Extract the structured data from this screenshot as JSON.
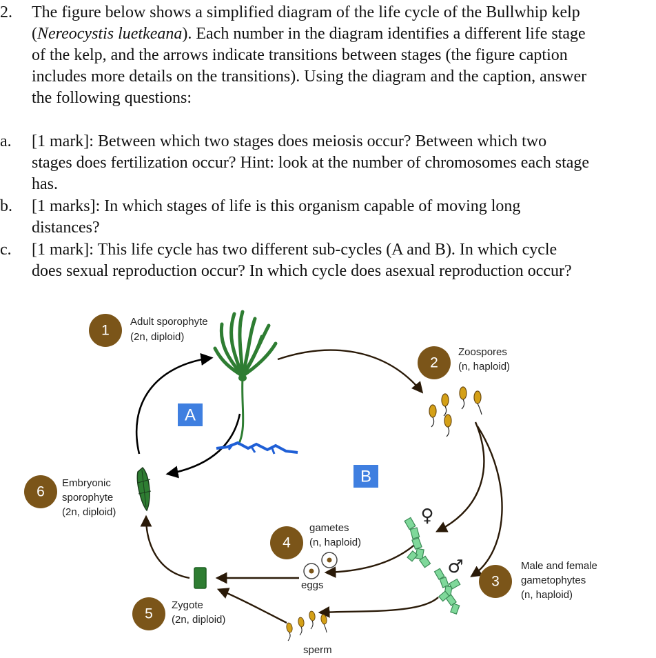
{
  "question": {
    "number": "2.",
    "intro_lines": [
      "The figure below shows a simplified diagram of the life cycle of the Bullwhip kelp",
      "(Nereocystis luetkeana). Each number in the diagram identifies a different life stage",
      "of the kelp, and the arrows indicate transitions between stages (the figure caption",
      "includes more details on the transitions). Using the diagram and the caption, answer",
      "the following questions:"
    ],
    "intro_italic": "Nereocystis luetkeana",
    "parts": [
      {
        "label": "a.",
        "lines": [
          "[1 mark]: Between which two stages does meiosis occur? Between which two",
          "stages does fertilization occur? Hint: look at the number of chromosomes each stage",
          "has."
        ]
      },
      {
        "label": "b.",
        "lines": [
          "[1 marks]: In which stages of life is this organism capable of moving long",
          "distances?"
        ]
      },
      {
        "label": "c.",
        "lines": [
          "[1 mark]: This life cycle has two different sub-cycles (A and B). In which cycle",
          "does sexual reproduction occur? In which cycle does asexual reproduction occur?"
        ]
      }
    ]
  },
  "diagram": {
    "colors": {
      "badge": "#7b5519",
      "cycle_box": "#3f7fe0",
      "kelp": "#2e7d32",
      "spore": "#d4a017",
      "gametophyte": "#7fd89a",
      "arrow": "#2a1a08",
      "holdfast": "#1f5fd6"
    },
    "cycle_labels": {
      "A": "A",
      "B": "B"
    },
    "stages": [
      {
        "number": "1",
        "name": "Adult sporophyte",
        "ploidy": "(2n, diploid)"
      },
      {
        "number": "2",
        "name": "Zoospores",
        "ploidy": "(n, haploid)"
      },
      {
        "number": "3",
        "name_lines": [
          "Male and female",
          "gametophytes"
        ],
        "ploidy": "(n, haploid)"
      },
      {
        "number": "4",
        "name": "gametes",
        "ploidy": "(n, haploid)"
      },
      {
        "number": "5",
        "name": "Zygote",
        "ploidy": "(2n, diploid)"
      },
      {
        "number": "6",
        "name_lines": [
          "Embryonic",
          "sporophyte"
        ],
        "ploidy": "(2n, diploid)"
      }
    ],
    "small_labels": {
      "eggs": "eggs",
      "sperm": "sperm",
      "female_symbol": "♀",
      "male_symbol": "♂"
    }
  }
}
